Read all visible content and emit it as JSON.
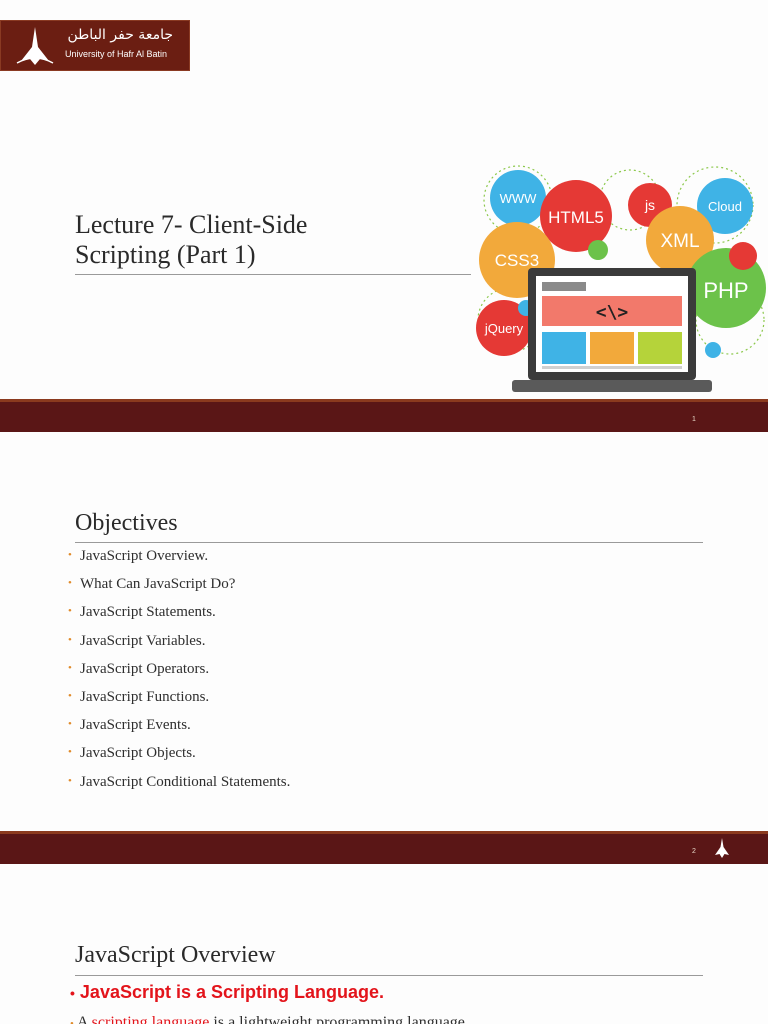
{
  "slide1": {
    "logo": {
      "arabic": "جامعة حفر الباطن",
      "english": "University of Hafr Al Batin"
    },
    "title_line1": "Lecture 7- Client-Side",
    "title_line2": "Scripting (Part 1)",
    "illustration": {
      "bubbles": [
        {
          "label": "WWW",
          "color": "#3fb3e6"
        },
        {
          "label": "HTML5",
          "color": "#e53935"
        },
        {
          "label": "JS",
          "color": "#e53935"
        },
        {
          "label": "Cloud",
          "color": "#3fb3e6"
        },
        {
          "label": "CSS3",
          "color": "#f2a93b"
        },
        {
          "label": "XML",
          "color": "#f2a93b"
        },
        {
          "label": "PHP",
          "color": "#6cc24a"
        },
        {
          "label": "jQuery",
          "color": "#e53935"
        }
      ],
      "code_glyph": "<\\>"
    },
    "page_number": "1"
  },
  "slide2": {
    "heading": "Objectives",
    "items": [
      "JavaScript Overview.",
      "What Can JavaScript Do?",
      "JavaScript Statements.",
      "JavaScript Variables.",
      "JavaScript Operators.",
      "JavaScript Functions.",
      "JavaScript Events.",
      "JavaScript Objects.",
      "JavaScript Conditional Statements."
    ],
    "page_number": "2"
  },
  "slide3": {
    "heading": "JavaScript Overview",
    "bullet1": "JavaScript is a Scripting Language.",
    "line2_prefix": "A ",
    "line2_highlight": "scripting language",
    "line2_suffix": " is a lightweight programming language."
  },
  "colors": {
    "footer": "#5a1616",
    "accent_bullet": "#e08b2a",
    "red": "#e3141b"
  }
}
